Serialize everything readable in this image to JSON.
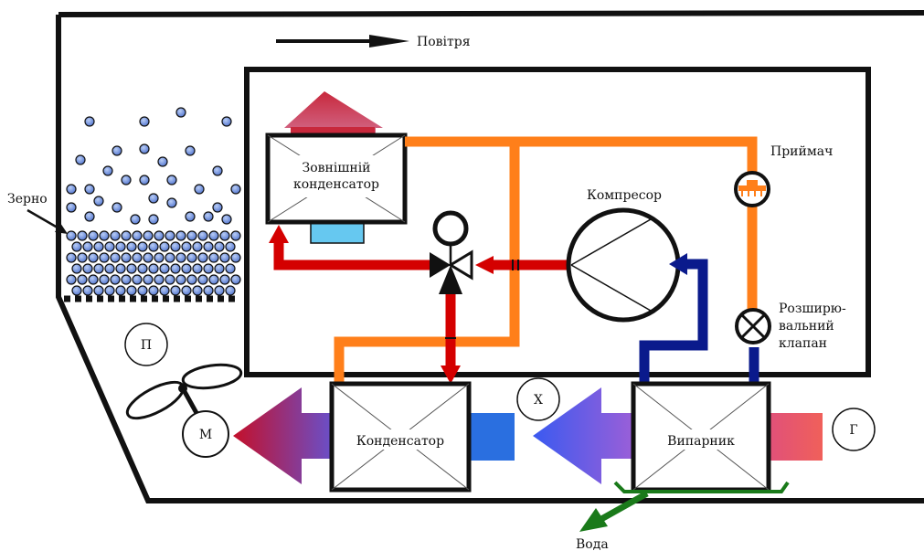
{
  "labels": {
    "air": "Повітря",
    "grain": "Зерно",
    "external_condenser": [
      "Зовнішній",
      "конденсатор"
    ],
    "compressor": "Компресор",
    "receiver": "Приймач",
    "expansion_valve": [
      "Розширю-",
      "вальний",
      "клапан"
    ],
    "condenser": "Конденсатор",
    "evaporator": "Випарник",
    "water": "Вода"
  },
  "markers": {
    "p": "П",
    "x": "Х",
    "g": "Г",
    "m": "М"
  },
  "colors": {
    "hot_refrigerant": "#d40000",
    "liquid_line": "#ff7f1a",
    "suction_line": "#0a1a8c",
    "water": "#1a7a1a",
    "grain_fill": "#6f93e0",
    "duct_blue": "#2a6fe0"
  }
}
